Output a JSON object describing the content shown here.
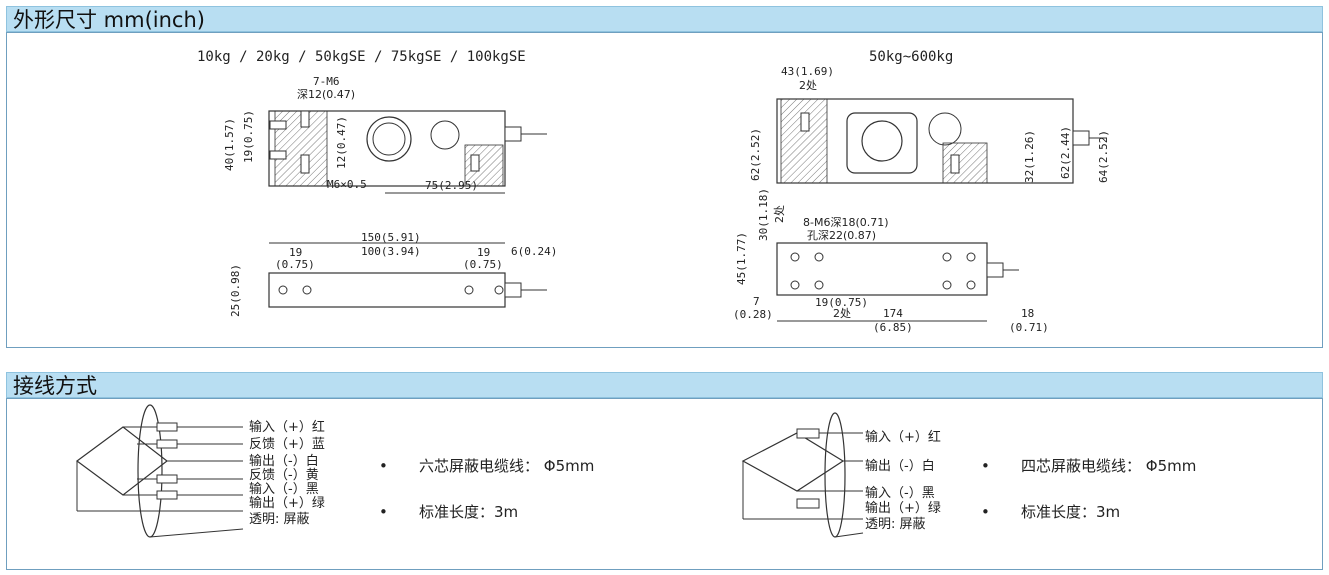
{
  "section1": {
    "title": "外形尺寸 mm(inch)",
    "left_drawing": {
      "caption": "10kg / 20kg / 50kgSE / 75kgSE / 100kgSE",
      "thread": "7-M6",
      "depth": "深12(0.47)",
      "h40": "40(1.57)",
      "h19": "19(0.75)",
      "h12": "12(0.47)",
      "m6x": "M6×0.5",
      "d75": "75(2.95)",
      "d150": "150(5.91)",
      "d100": "100(3.94)",
      "d19a": "19",
      "d19a_in": "(0.75)",
      "d19b": "19",
      "d19b_in": "(0.75)",
      "d6": "6(0.24)",
      "d25": "25(0.98)"
    },
    "right_drawing": {
      "caption": "50kg~600kg",
      "d43": "43(1.69)",
      "two_places_a": "2处",
      "h62a": "62(2.52)",
      "h62b": "62(2.44)",
      "h64": "64(2.52)",
      "h32": "32(1.26)",
      "h30": "30(1.18)",
      "two_places_b": "2处",
      "holes": "8-M6深18(0.71)",
      "holes2": "孔深22(0.87)",
      "h45": "45(1.77)",
      "d7": "7",
      "d7_in": "(0.28)",
      "d19": "19(0.75)",
      "two_places_c": "2处",
      "d174": "174",
      "d174_in": "(6.85)",
      "d18": "18",
      "d18_in": "(0.71)"
    }
  },
  "section2": {
    "title": "接线方式",
    "six_core": {
      "wires": [
        "输入（+）红",
        "反馈（+）蓝",
        "输出（-）白",
        "反馈（-）黄",
        "输入（-）黑",
        "输出（+）绿",
        "透明: 屏蔽"
      ],
      "bullets": [
        "六芯屏蔽电缆线： Φ5mm",
        "标准长度：3m"
      ]
    },
    "four_core": {
      "wires": [
        "输入（+）红",
        "输出（-）白",
        "输入（-）黑",
        "输出（+）绿",
        "透明: 屏蔽"
      ],
      "bullets": [
        "四芯屏蔽电缆线： Φ5mm",
        "标准长度：3m"
      ]
    },
    "bullet_symbol": "•"
  }
}
